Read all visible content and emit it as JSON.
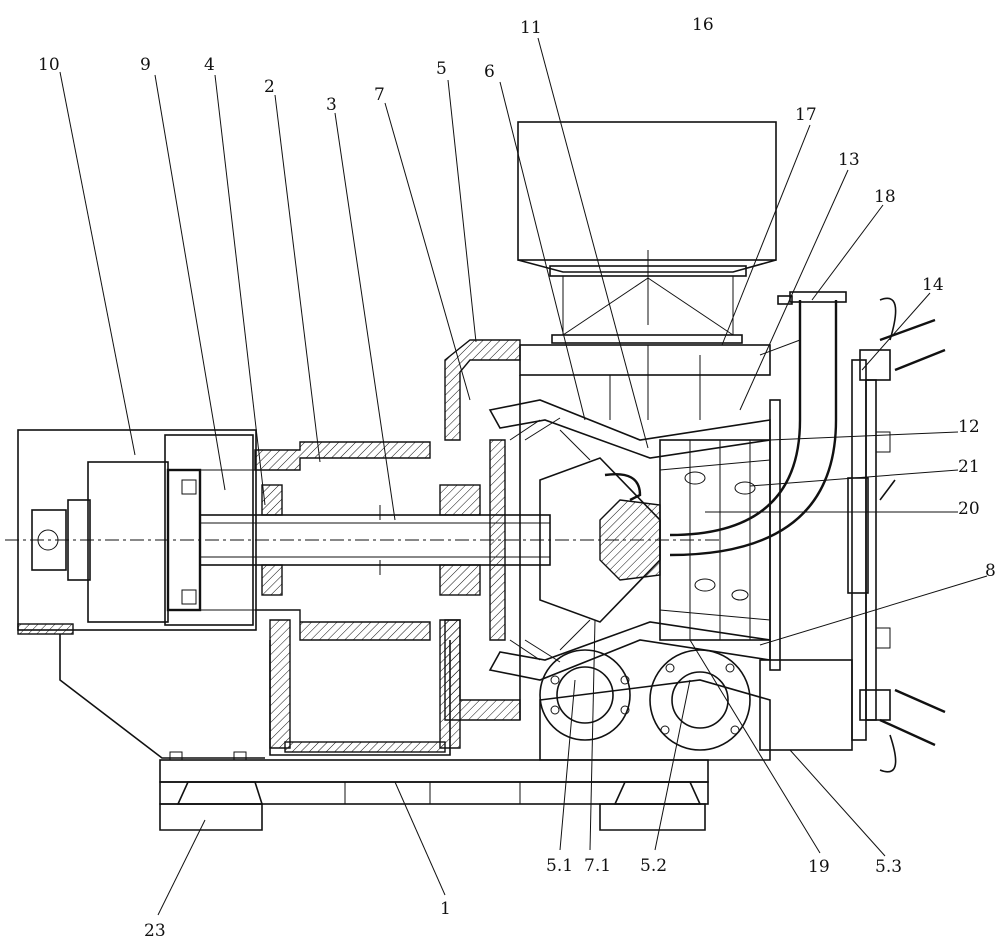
{
  "callouts": [
    {
      "id": "1",
      "text": "1"
    },
    {
      "id": "2",
      "text": "2"
    },
    {
      "id": "3",
      "text": "3"
    },
    {
      "id": "4",
      "text": "4"
    },
    {
      "id": "5",
      "text": "5"
    },
    {
      "id": "6",
      "text": "6"
    },
    {
      "id": "7",
      "text": "7"
    },
    {
      "id": "8",
      "text": "8"
    },
    {
      "id": "9",
      "text": "9"
    },
    {
      "id": "10",
      "text": "10"
    },
    {
      "id": "11",
      "text": "11"
    },
    {
      "id": "12",
      "text": "12"
    },
    {
      "id": "13",
      "text": "13"
    },
    {
      "id": "14",
      "text": "14"
    },
    {
      "id": "16",
      "text": "16"
    },
    {
      "id": "17",
      "text": "17"
    },
    {
      "id": "18",
      "text": "18"
    },
    {
      "id": "19",
      "text": "19"
    },
    {
      "id": "20",
      "text": "20"
    },
    {
      "id": "21",
      "text": "21"
    },
    {
      "id": "23",
      "text": "23"
    },
    {
      "id": "5_1",
      "text": "5.1"
    },
    {
      "id": "5_2",
      "text": "5.2"
    },
    {
      "id": "5_3",
      "text": "5.3"
    },
    {
      "id": "7_1",
      "text": "7.1"
    }
  ]
}
